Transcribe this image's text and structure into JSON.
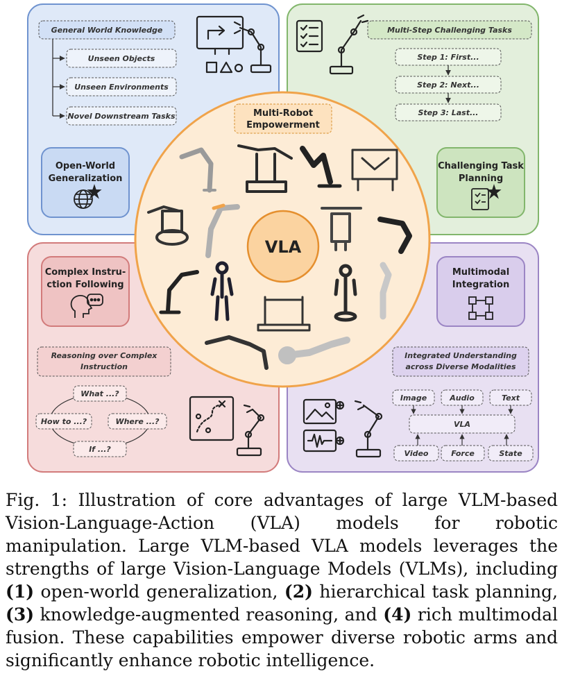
{
  "quadrants": {
    "top_left": {
      "root": "General World Knowledge",
      "items": [
        "Unseen Objects",
        "Unseen Environments",
        "Novel Downstream Tasks"
      ],
      "badge_lines": [
        "Open-World",
        "Generalization"
      ],
      "colors": {
        "bg": "#dfe9f8",
        "stroke": "#6f93cf"
      }
    },
    "top_right": {
      "root": "Multi-Step Challenging Tasks",
      "steps": [
        "Step 1: First...",
        "Step 2: Next...",
        "Step 3: Last..."
      ],
      "badge_lines": [
        "Challenging Task",
        "Planning"
      ],
      "colors": {
        "bg": "#e3efdc",
        "stroke": "#82b66c"
      }
    },
    "bottom_left": {
      "badge_lines": [
        "Complex Instru-",
        "ction Following"
      ],
      "reasoning_lines": [
        "Reasoning over Complex",
        "Instruction"
      ],
      "questions": [
        "What ...?",
        "How to ...?",
        "Where ...?",
        "If ...?"
      ],
      "colors": {
        "bg": "#f6dcdc",
        "stroke": "#d27b7b"
      }
    },
    "bottom_right": {
      "badge_lines": [
        "Multimodal",
        "Integration"
      ],
      "understanding_lines": [
        "Integrated Understanding",
        "across Diverse Modalities"
      ],
      "inputs_top": [
        "Image",
        "Audio",
        "Text"
      ],
      "center": "VLA",
      "inputs_bottom": [
        "Video",
        "Force",
        "State"
      ],
      "colors": {
        "bg": "#e8e0f2",
        "stroke": "#9b85c4"
      }
    }
  },
  "center": {
    "header_lines": [
      "Multi-Robot",
      "Empowerment"
    ],
    "core": "VLA",
    "colors": {
      "disc": "#fdecd6",
      "core": "#fbd3a0",
      "accent": "#f0a34a"
    }
  },
  "caption": {
    "prefix": "Fig. 1: Illustration of core advantages of large VLM-based Vision-Language-Action (VLA) models for robotic manipulation. Large VLM-based VLA models leverages the strengths of large Vision-Language Models (VLMs), including ",
    "n1": "(1)",
    "t1": " open-world generalization, ",
    "n2": "(2)",
    "t2": " hierarchical task planning, ",
    "n3": "(3)",
    "t3": " knowledge-augmented reasoning, and ",
    "n4": "(4)",
    "t4": " rich multimodal fusion. These capabilities empower diverse robotic arms and significantly enhance robotic intelligence."
  }
}
